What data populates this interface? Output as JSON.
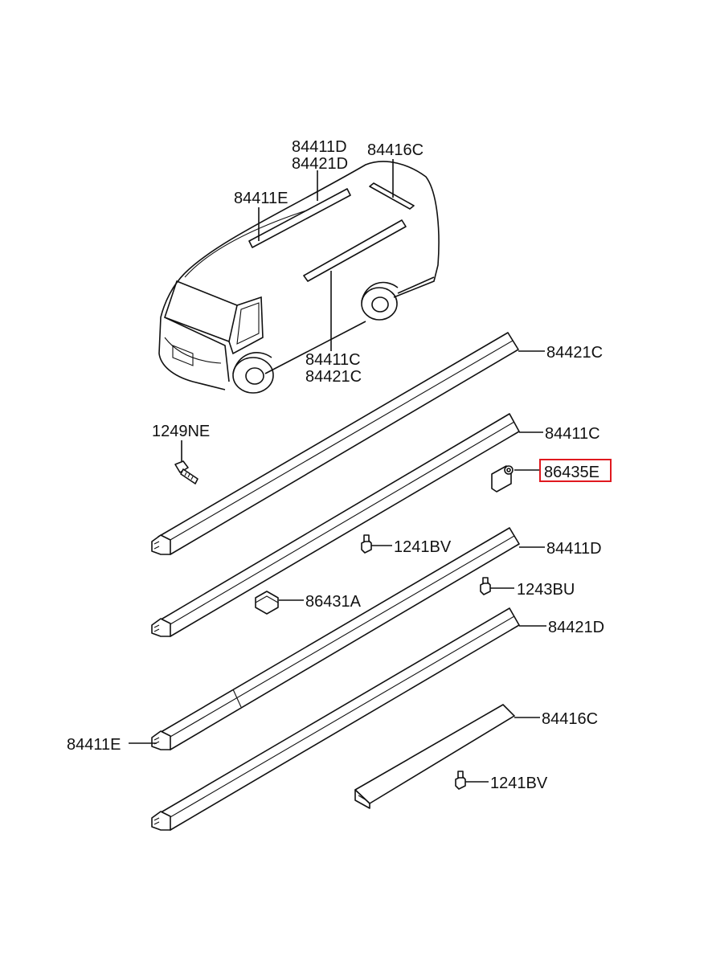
{
  "highlight_color": "#e0191f",
  "labels": {
    "van_84411D": "84411D",
    "van_84421D": "84421D",
    "van_84416C": "84416C",
    "van_84411E": "84411E",
    "van_84411C": "84411C",
    "van_84421C": "84421C",
    "p_84421C": "84421C",
    "p_1249NE": "1249NE",
    "p_84411C": "84411C",
    "p_86435E": "86435E",
    "p_1241BV_a": "1241BV",
    "p_84411D": "84411D",
    "p_86431A": "86431A",
    "p_1243BU": "1243BU",
    "p_84421D": "84421D",
    "p_84411E": "84411E",
    "p_84416C": "84416C",
    "p_1241BV_b": "1241BV"
  },
  "icons": {
    "van": "van-outline-icon",
    "strip": "roof-moulding-strip-icon",
    "screw": "screw-icon",
    "clip": "clip-icon",
    "bracket": "bracket-icon",
    "end_cap": "end-cap-icon"
  }
}
